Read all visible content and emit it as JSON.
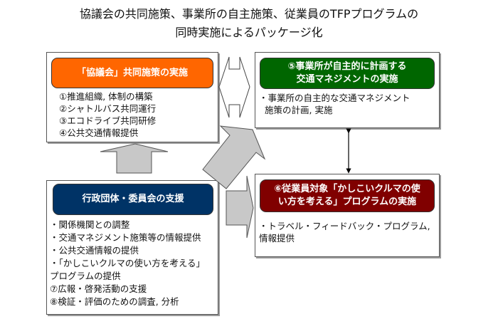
{
  "title": {
    "line1": "協議会の共同施策、事業所の自主施策、従業員のTFPプログラムの",
    "line2": "同時実施によるパッケージ化"
  },
  "boxes": {
    "council": {
      "header": "「協議会」共同施策の実施",
      "color": "#ff6600",
      "items": [
        "①推進組織, 体制の構築",
        "②シャトルバス共同運行",
        "③エコドライブ共同研修",
        "④公共交通情報提供"
      ]
    },
    "government": {
      "header": "行政団体・委員会の支援",
      "color": "#003366",
      "items": [
        "・関係機関との調整",
        "・交通マネジメント施策等の情報提供",
        "・公共交通情報の提供",
        "・「かしこいクルマの使い方を考える」",
        "プログラムの提供",
        "⑦広報・啓発活動の支援",
        "⑧検証・評価のための調査, 分析"
      ]
    },
    "business": {
      "header_line1": "⑤事業所が自主的に計画する",
      "header_line2": "交通マネジメントの実施",
      "color": "#006600",
      "items": [
        "・事業所の自主的な交通マネジメント",
        "施策の計画, 実施"
      ]
    },
    "employee": {
      "header_line1": "⑥従業員対象「かしこいクルマの使",
      "header_line2": "い方を考える」プログラムの実施",
      "color": "#800000",
      "items": [
        "・トラベル・フィードバック・プログラム,",
        "情報提供"
      ]
    }
  },
  "arrows": {
    "fill": "#c8c8c8",
    "outline": "#555555"
  }
}
